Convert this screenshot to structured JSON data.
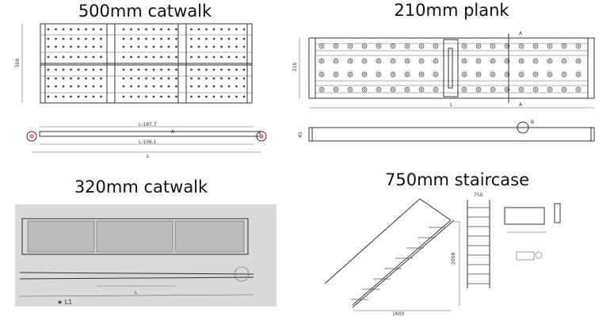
{
  "panels": [
    {
      "title": "500mm catwalk",
      "dims": {
        "width": "500",
        "inner": "L-187.7",
        "overall": "L-106.1",
        "length": "L",
        "section": "A"
      }
    },
    {
      "title": "210mm plank",
      "dims": {
        "width": "210",
        "length": "L",
        "section_a": "A",
        "detail_b": "B",
        "height": "45"
      }
    },
    {
      "title": "320mm catwalk",
      "dims": {
        "length": "L",
        "overall": "★ L1"
      }
    },
    {
      "title": "750mm staircase",
      "dims": {
        "base": "1600",
        "height": "2009",
        "width": "750"
      }
    }
  ]
}
